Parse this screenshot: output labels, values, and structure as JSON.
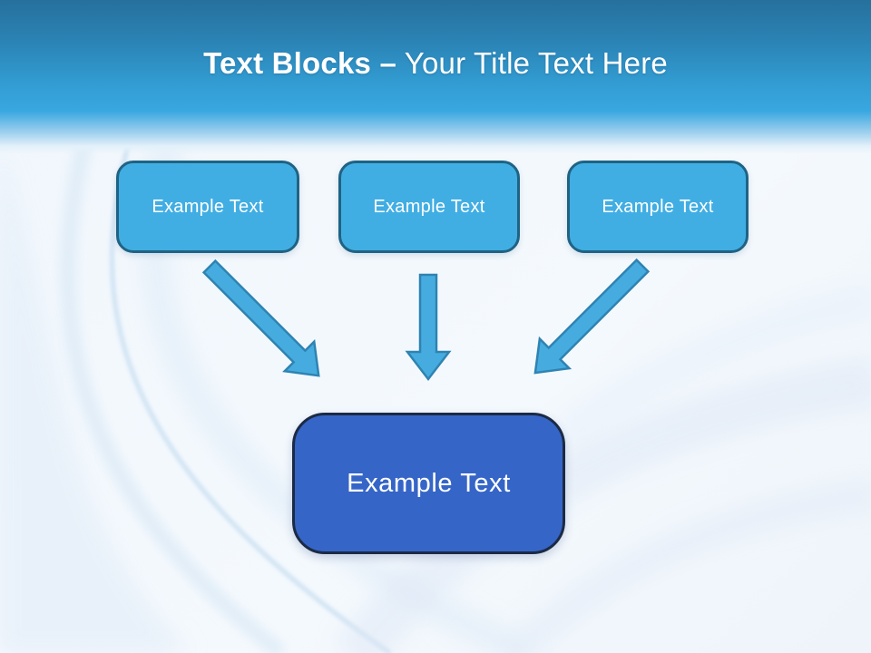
{
  "slide": {
    "header": {
      "title_bold": "Text Blocks",
      "title_dash": "–",
      "title_rest": "Your Title Text Here"
    },
    "blocks": [
      {
        "label": "Example Text"
      },
      {
        "label": "Example Text"
      },
      {
        "label": "Example Text"
      }
    ],
    "result_block": {
      "label": "Example Text"
    },
    "arrows": [
      {
        "icon": "arrow-down-right"
      },
      {
        "icon": "arrow-down"
      },
      {
        "icon": "arrow-down-left"
      }
    ]
  },
  "colors": {
    "header_top": "#26709d",
    "header_bright": "#39a7e0",
    "block_fill": "#41aee3",
    "block_border": "#1f6384",
    "result_fill": "#3565c7",
    "result_border": "#1b2a45",
    "arrow_fill": "#46acdf",
    "arrow_stroke": "#2e83b2"
  }
}
